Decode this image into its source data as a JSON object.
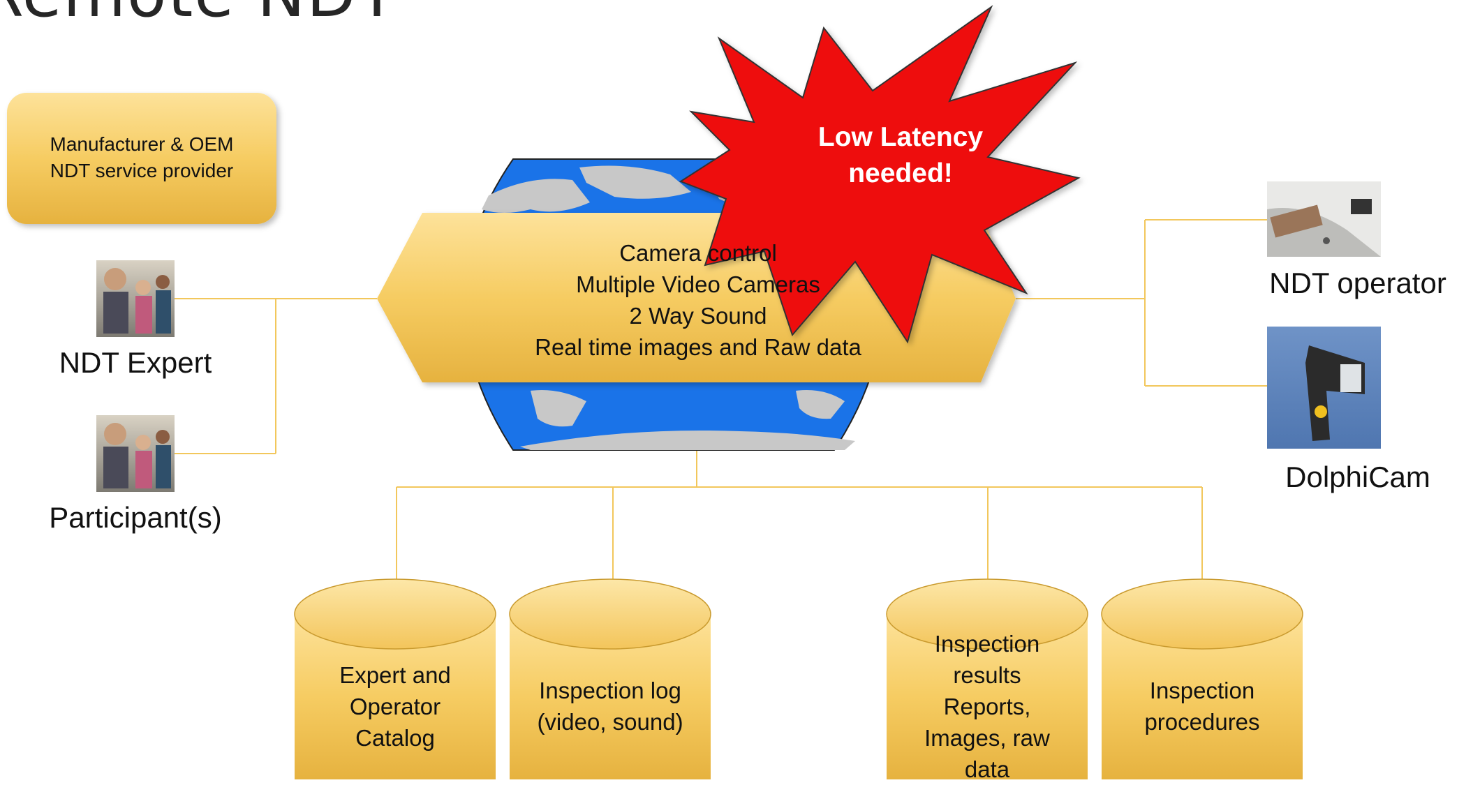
{
  "title": "Remote NDT",
  "provider_box": {
    "line1": "Manufacturer & OEM",
    "line2": "NDT service provider"
  },
  "left_actors": [
    {
      "label": "NDT Expert",
      "icon": "people-headset-icon"
    },
    {
      "label": "Participant(s)",
      "icon": "people-headset-icon"
    }
  ],
  "center_features": [
    "Camera control",
    "Multiple Video Cameras",
    "2 Way Sound",
    "Real time images and Raw data"
  ],
  "callout": {
    "line1": "Low Latency",
    "line2": "needed!"
  },
  "right_actors": [
    {
      "label": "NDT operator",
      "icon": "operator-photo-icon"
    },
    {
      "label": "DolphiCam",
      "icon": "dolphicam-device-icon"
    }
  ],
  "databases": [
    {
      "lines": [
        "Expert and",
        "Operator",
        "Catalog"
      ]
    },
    {
      "lines": [
        "Inspection log",
        "(video, sound)"
      ]
    },
    {
      "lines": [
        "Inspection",
        "results",
        "Reports,",
        "Images, raw",
        "data"
      ]
    },
    {
      "lines": [
        "Inspection",
        "procedures"
      ]
    }
  ],
  "colors": {
    "box_fill_top": "#fbd87a",
    "box_fill_bottom": "#e8b84a",
    "connector": "#f2c75c",
    "ocean": "#1a73e8",
    "land": "#c8c8c8",
    "burst": "#ee1111"
  }
}
